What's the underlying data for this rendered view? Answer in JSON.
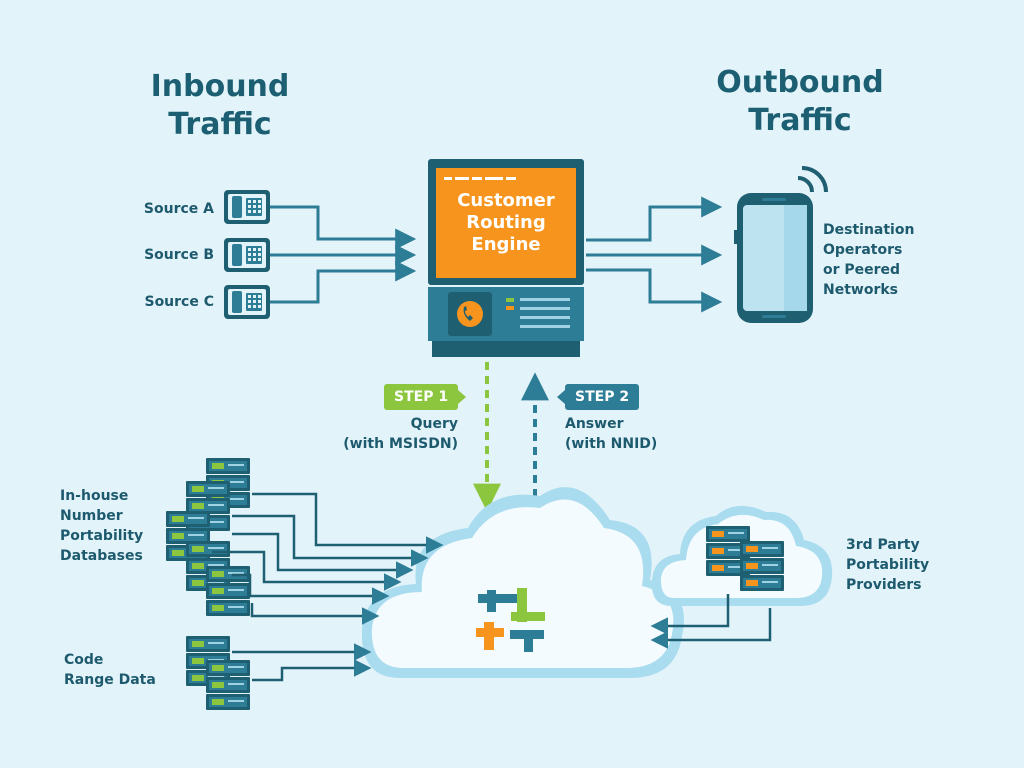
{
  "headings": {
    "inbound": "Inbound\nTraffic",
    "outbound": "Outbound\nTraffic"
  },
  "sources": [
    "Source A",
    "Source B",
    "Source C"
  ],
  "engine": {
    "label": "Customer\nRouting\nEngine"
  },
  "destination": {
    "label": "Destination\nOperators\nor Peered\nNetworks"
  },
  "steps": {
    "step1": {
      "badge": "STEP 1",
      "text": "Query\n(with MSISDN)"
    },
    "step2": {
      "badge": "STEP 2",
      "text": "Answer\n(with NNID)"
    }
  },
  "databases": {
    "inhouse": "In-house\nNumber\nPortability\nDatabases",
    "code_range": "Code\nRange Data",
    "third_party": "3rd Party\nPortability\nProviders"
  },
  "colors": {
    "background": "#e3f3fa",
    "teal_dark": "#1f5f72",
    "teal": "#2e7d96",
    "orange": "#f7941d",
    "green": "#8cc63f",
    "cloud": "#f4fbfe",
    "cloud_edge": "#a9dcef"
  }
}
